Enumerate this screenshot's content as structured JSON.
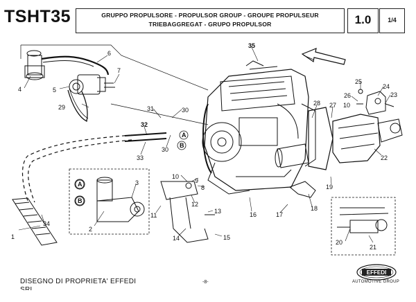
{
  "header": {
    "code": "TSHT35",
    "title_line1": "GRUPPO PROPULSORE - PROPULSOR GROUP - GROUPE PROPULSEUR",
    "title_line2": "TRIEBAGGREGAT - GRUPO PROPULSOR",
    "version": "1.0",
    "page": "1/4"
  },
  "callouts": [
    "1",
    "2",
    "3",
    "4",
    "5",
    "6",
    "7",
    "8",
    "9",
    "10",
    "10",
    "11",
    "12",
    "13",
    "14",
    "15",
    "16",
    "17",
    "18",
    "19",
    "20",
    "21",
    "22",
    "23",
    "24",
    "25",
    "26",
    "27",
    "28",
    "29",
    "30",
    "30",
    "31",
    "32",
    "33",
    "34",
    "35",
    "A",
    "B",
    "A",
    "B"
  ],
  "footer": {
    "ownership": "DISEGNO DI PROPRIETA' EFFEDI",
    "ownership_cont": "SRL",
    "page_number": "-8-",
    "logo_text": "EFFEDI",
    "logo_caption": "AUTOMOTIVE GROUP"
  }
}
